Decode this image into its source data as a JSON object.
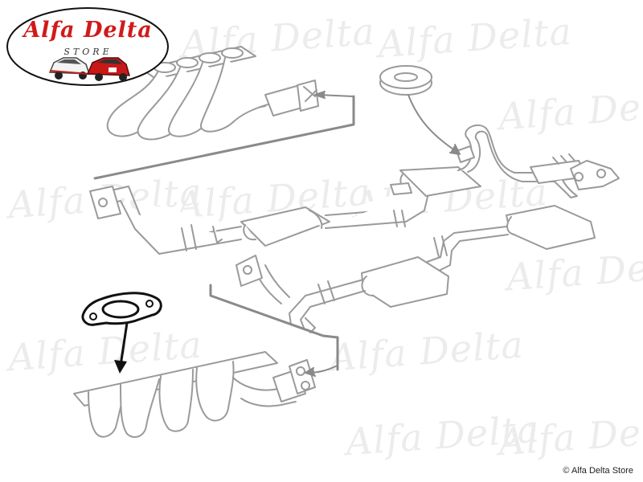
{
  "logo": {
    "title": "Alfa Delta",
    "subtitle": "STORE"
  },
  "watermark": {
    "text": "Alfa Delta"
  },
  "copyright": "© Alfa Delta Store",
  "colors": {
    "brand_red": "#d11a1a",
    "part_gray": "#9a9a9a",
    "highlight": "#111111",
    "watermark": "#ececec"
  }
}
